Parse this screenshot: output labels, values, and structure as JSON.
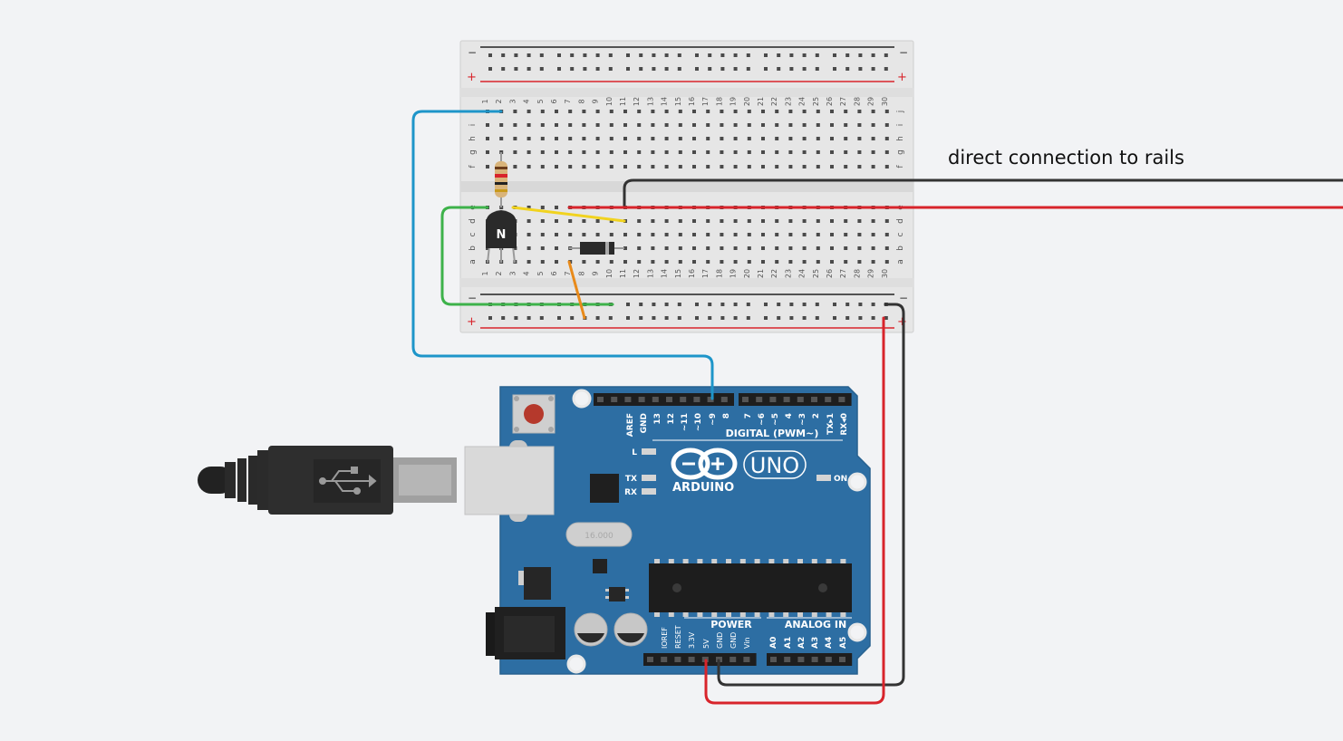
{
  "annotation": "direct connection to rails",
  "breadboard": {
    "rail_minus": "−",
    "rail_plus": "+",
    "rows_top": [
      "j",
      "i",
      "h",
      "g",
      "f"
    ],
    "rows_bottom": [
      "e",
      "d",
      "c",
      "b",
      "a"
    ],
    "columns": [
      "1",
      "2",
      "3",
      "4",
      "5",
      "6",
      "7",
      "8",
      "9",
      "10",
      "11",
      "12",
      "13",
      "14",
      "15",
      "16",
      "17",
      "18",
      "19",
      "20",
      "21",
      "22",
      "23",
      "24",
      "25",
      "26",
      "27",
      "28",
      "29",
      "30"
    ]
  },
  "transistor": {
    "label": "N",
    "type": "NPN"
  },
  "arduino": {
    "brand": "ARDUINO",
    "model": "UNO",
    "digital_header_label": "DIGITAL (PWM~)",
    "digital_pins": [
      "AREF",
      "GND",
      "13",
      "12",
      "~11",
      "~10",
      "~9",
      "8",
      "7",
      "~6",
      "~5",
      "4",
      "~3",
      "2",
      "TX▸1",
      "RX◂0"
    ],
    "power_header_label": "POWER",
    "power_pins": [
      "IOREF",
      "RESET",
      "3.3V",
      "5V",
      "GND",
      "GND",
      "Vin"
    ],
    "analog_header_label": "ANALOG IN",
    "analog_pins": [
      "A0",
      "A1",
      "A2",
      "A3",
      "A4",
      "A5"
    ],
    "leds": [
      "L",
      "TX",
      "RX"
    ],
    "on_label": "ON",
    "crystal_label": "16.000"
  },
  "wire_colors": {
    "blue": "#1e95c9",
    "green": "#3db24a",
    "yellow": "#f1d31f",
    "orange": "#e88a1a",
    "red": "#d8242b",
    "black": "#333333"
  }
}
